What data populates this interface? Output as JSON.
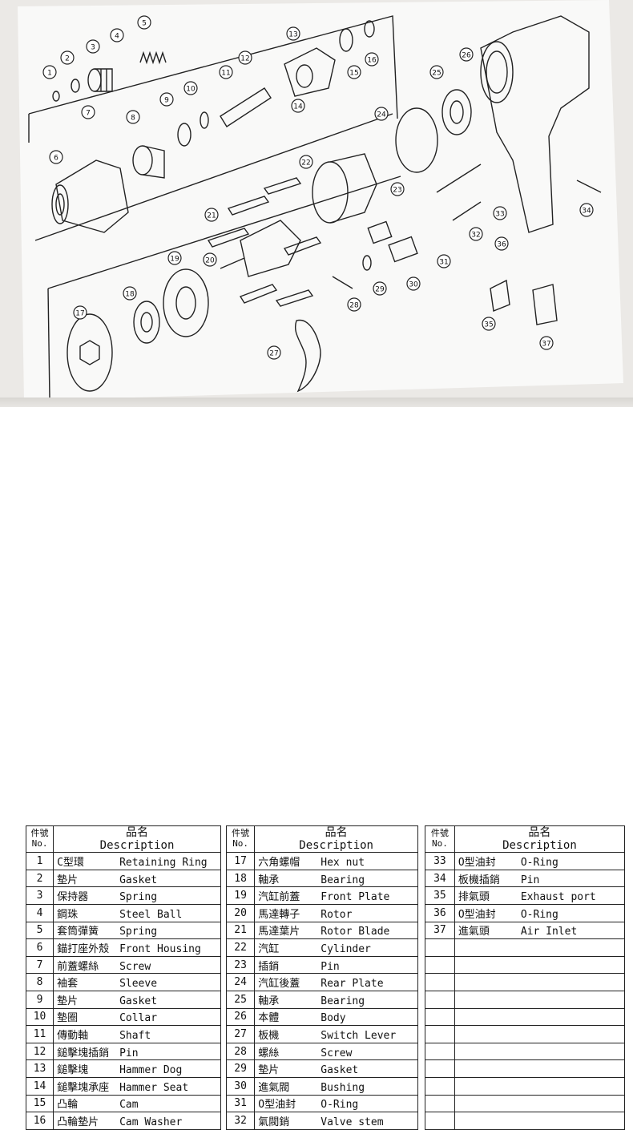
{
  "diagram": {
    "callouts": [
      "1",
      "2",
      "3",
      "4",
      "5",
      "6",
      "7",
      "8",
      "9",
      "10",
      "11",
      "12",
      "13",
      "14",
      "15",
      "16",
      "17",
      "18",
      "19",
      "20",
      "21",
      "22",
      "23",
      "24",
      "25",
      "26",
      "27",
      "28",
      "29",
      "30",
      "31",
      "32",
      "33",
      "34",
      "35",
      "36",
      "37"
    ]
  },
  "table": {
    "header": {
      "no_zh": "件號",
      "no_en": "No.",
      "name_zh": "品名",
      "name_en": "Description"
    },
    "rows": [
      {
        "no": "1",
        "zh": "C型環",
        "en": "Retaining Ring"
      },
      {
        "no": "2",
        "zh": "墊片",
        "en": "Gasket"
      },
      {
        "no": "3",
        "zh": "保持器",
        "en": "Spring"
      },
      {
        "no": "4",
        "zh": "鋼珠",
        "en": "Steel Ball"
      },
      {
        "no": "5",
        "zh": "套筒彈簧",
        "en": "Spring"
      },
      {
        "no": "6",
        "zh": "錨打座外殼",
        "en": "Front Housing"
      },
      {
        "no": "7",
        "zh": "前蓋螺絲",
        "en": "Screw"
      },
      {
        "no": "8",
        "zh": "袖套",
        "en": "Sleeve"
      },
      {
        "no": "9",
        "zh": "墊片",
        "en": "Gasket"
      },
      {
        "no": "10",
        "zh": "墊圈",
        "en": "Collar"
      },
      {
        "no": "11",
        "zh": "傳動軸",
        "en": "Shaft"
      },
      {
        "no": "12",
        "zh": "鎚擊塊插銷",
        "en": "Pin"
      },
      {
        "no": "13",
        "zh": "鎚擊塊",
        "en": "Hammer Dog"
      },
      {
        "no": "14",
        "zh": "鎚擊塊承座",
        "en": "Hammer Seat"
      },
      {
        "no": "15",
        "zh": "凸輪",
        "en": "Cam"
      },
      {
        "no": "16",
        "zh": "凸輪墊片",
        "en": "Cam Washer"
      },
      {
        "no": "17",
        "zh": "六角螺帽",
        "en": "Hex nut"
      },
      {
        "no": "18",
        "zh": "軸承",
        "en": "Bearing"
      },
      {
        "no": "19",
        "zh": "汽缸前蓋",
        "en": "Front Plate"
      },
      {
        "no": "20",
        "zh": "馬達轉子",
        "en": "Rotor"
      },
      {
        "no": "21",
        "zh": "馬達葉片",
        "en": "Rotor Blade"
      },
      {
        "no": "22",
        "zh": "汽缸",
        "en": "Cylinder"
      },
      {
        "no": "23",
        "zh": "插銷",
        "en": "Pin"
      },
      {
        "no": "24",
        "zh": "汽缸後蓋",
        "en": "Rear Plate"
      },
      {
        "no": "25",
        "zh": "軸承",
        "en": "Bearing"
      },
      {
        "no": "26",
        "zh": "本體",
        "en": "Body"
      },
      {
        "no": "27",
        "zh": "板機",
        "en": "Switch Lever"
      },
      {
        "no": "28",
        "zh": "螺絲",
        "en": "Screw"
      },
      {
        "no": "29",
        "zh": "墊片",
        "en": "Gasket"
      },
      {
        "no": "30",
        "zh": "進氣閥",
        "en": "Bushing"
      },
      {
        "no": "31",
        "zh": "O型油封",
        "en": "O-Ring"
      },
      {
        "no": "32",
        "zh": "氣閥銷",
        "en": "Valve stem"
      },
      {
        "no": "33",
        "zh": "O型油封",
        "en": "O-Ring"
      },
      {
        "no": "34",
        "zh": "板機插銷",
        "en": "Pin"
      },
      {
        "no": "35",
        "zh": "排氣頭",
        "en": "Exhaust port"
      },
      {
        "no": "36",
        "zh": "O型油封",
        "en": "O-Ring"
      },
      {
        "no": "37",
        "zh": "進氣頭",
        "en": "Air Inlet"
      }
    ]
  }
}
